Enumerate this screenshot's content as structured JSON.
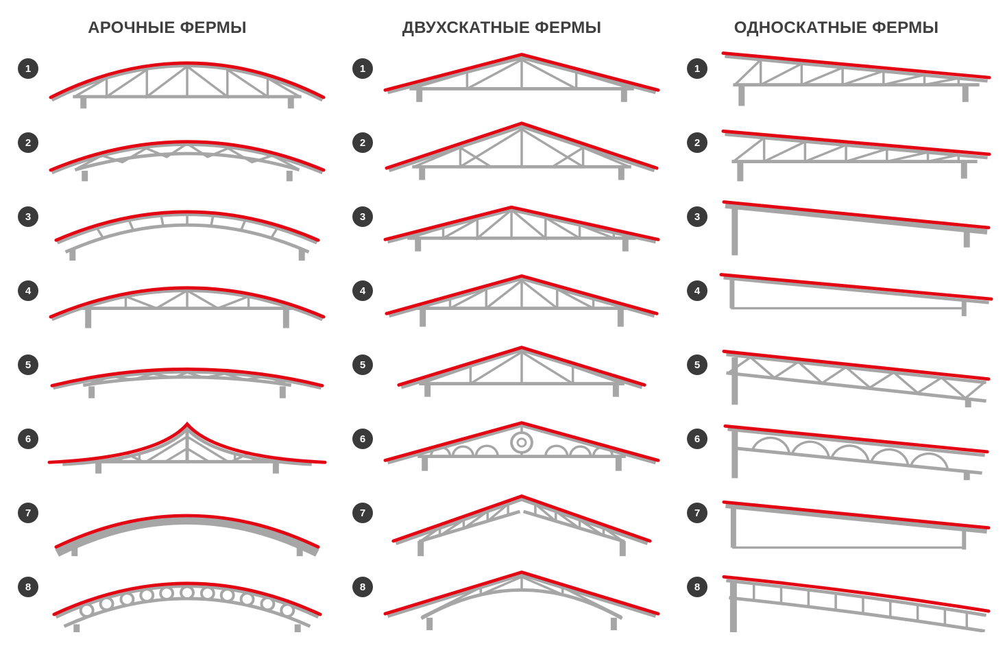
{
  "columns": [
    {
      "title": "АРОЧНЫЕ ФЕРМЫ",
      "items": [
        {
          "number": "1"
        },
        {
          "number": "2"
        },
        {
          "number": "3"
        },
        {
          "number": "4"
        },
        {
          "number": "5"
        },
        {
          "number": "6"
        },
        {
          "number": "7"
        },
        {
          "number": "8"
        }
      ]
    },
    {
      "title": "ДВУХСКАТНЫЕ ФЕРМЫ",
      "items": [
        {
          "number": "1"
        },
        {
          "number": "2"
        },
        {
          "number": "3"
        },
        {
          "number": "4"
        },
        {
          "number": "5"
        },
        {
          "number": "6"
        },
        {
          "number": "7"
        },
        {
          "number": "8"
        }
      ]
    },
    {
      "title": "ОДНОСКАТНЫЕ ФЕРМЫ",
      "items": [
        {
          "number": "1"
        },
        {
          "number": "2"
        },
        {
          "number": "3"
        },
        {
          "number": "4"
        },
        {
          "number": "5"
        },
        {
          "number": "6"
        },
        {
          "number": "7"
        },
        {
          "number": "8"
        }
      ]
    }
  ],
  "colors": {
    "accent_red": "#e30613",
    "truss_gray": "#a6a6a6",
    "badge_background": "#3a3a3a",
    "title_text": "#3f3f3f",
    "background": "#ffffff"
  }
}
